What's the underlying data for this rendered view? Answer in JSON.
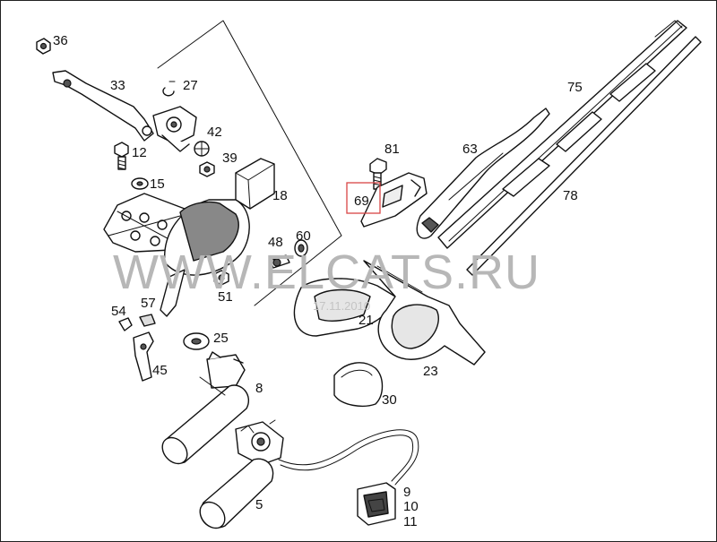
{
  "watermark": {
    "text": "WWW.ELCATS.RU",
    "date_stamp": "17.11.2010"
  },
  "highlight": {
    "part": "69",
    "color": "#d94545"
  },
  "parts": {
    "p36": "36",
    "p33": "33",
    "p27": "27",
    "p42": "42",
    "p12": "12",
    "p39": "39",
    "p15": "15",
    "p18": "18",
    "p48": "48",
    "p60": "60",
    "p51": "51",
    "p54": "54",
    "p57": "57",
    "p45": "45",
    "p25": "25",
    "p8": "8",
    "p5": "5",
    "p81": "81",
    "p69": "69",
    "p63": "63",
    "p75": "75",
    "p78": "78",
    "p21": "21",
    "p23": "23",
    "p30": "30",
    "p9": "9",
    "p10": "10",
    "p11": "11"
  },
  "colors": {
    "line": "#111111",
    "watermark": "#b7b7b7",
    "background": "#ffffff"
  }
}
